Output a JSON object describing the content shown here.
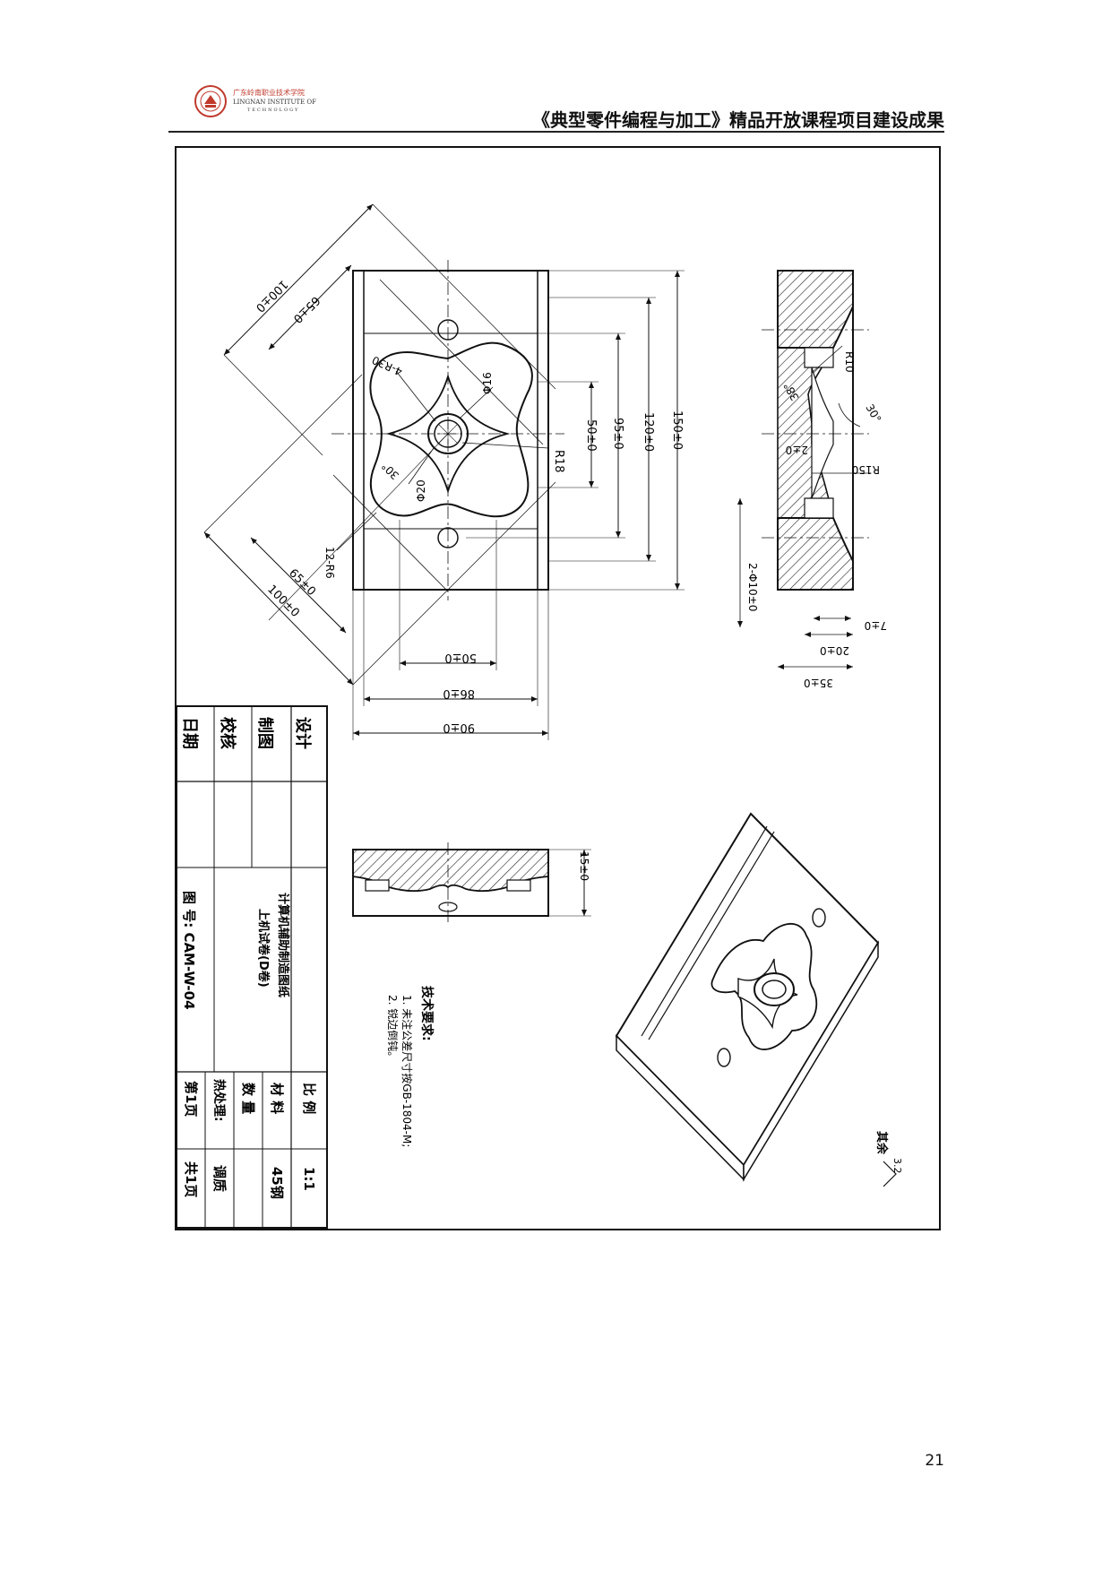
{
  "header": {
    "logo": {
      "name_cn": "广东岭南职业技术学院",
      "name_en": "LINGNAN INSTITUTE OF",
      "name_en2": "TECHNOLOGY"
    },
    "title": "《典型零件编程与加工》精品开放课程项目建设成果"
  },
  "drawing": {
    "dims": {
      "d100_top": "100±0",
      "d65_top": "65±0",
      "r30": "4-R30",
      "phi16": "Φ16",
      "phi20": "Φ20",
      "ang30_plan": "30°",
      "r18": "R18",
      "d50_v": "50±0",
      "d95_v": "95±0",
      "d120_v": "120±0",
      "d150_v": "150±0",
      "r6": "12-R6",
      "d65_bot": "65±0",
      "d100_bot": "100±0",
      "d50_h": "50±0",
      "d86_h": "86±0",
      "d90_h": "90±0",
      "r10": "R10",
      "ang38": "38°",
      "ang30_sec": "30°",
      "d2": "2±0",
      "r150": "R150",
      "holes": "2-Φ10±0",
      "d7": "7±0",
      "d20": "20±0",
      "d35": "35±0",
      "d15": "15±0"
    },
    "tech_req": {
      "title": "技术要求:",
      "item1": "1. 未注公差尺寸按GB-1804-M;",
      "item2": "2. 锐边倒钝。"
    },
    "roughness": {
      "label": "其余",
      "value": "3.2"
    },
    "title_block": {
      "design": "设计",
      "drafting": "制图",
      "check": "校核",
      "date": "日期",
      "part_name_1": "计算机辅助制造图纸",
      "part_name_2": "上机试卷(D卷)",
      "drawing_no": "图  号: CAM-W-04",
      "scale_label": "比  例",
      "scale_value": "1:1",
      "material_label": "材  料",
      "material_value": "45钢",
      "qty_label": "数  量",
      "heat_label": "热处理:",
      "heat_value": "调质",
      "sheet": "第1页",
      "total": "共1页"
    }
  },
  "page_number": "21"
}
